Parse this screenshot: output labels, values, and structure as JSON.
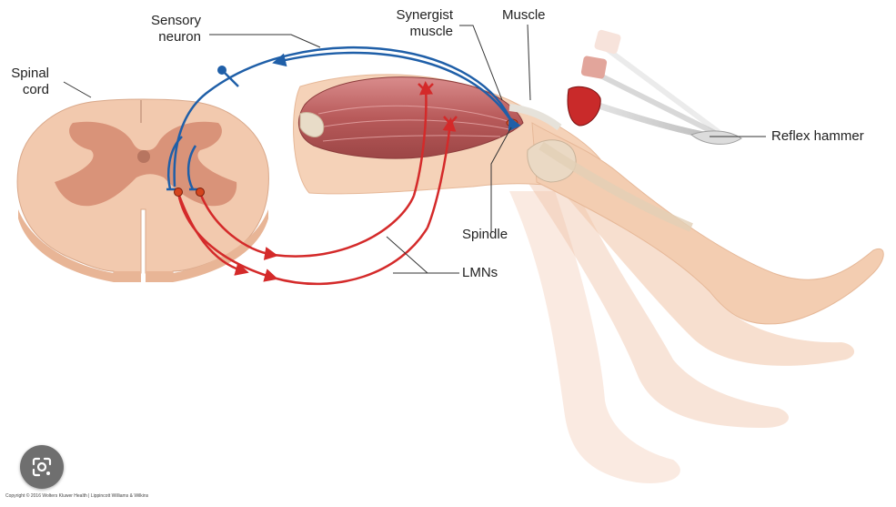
{
  "labels": {
    "sensory_neuron": [
      "Sensory",
      "neuron"
    ],
    "spinal_cord": [
      "Spinal",
      "cord"
    ],
    "synergist_muscle": [
      "Synergist",
      "muscle"
    ],
    "muscle": "Muscle",
    "reflex_hammer": "Reflex hammer",
    "spindle": "Spindle",
    "lmns": "LMNs"
  },
  "colors": {
    "sensory_pathway": "#1f5fa8",
    "motor_pathway": "#d42a2a",
    "muscle": "#c46b6b",
    "skin": "#f5d2b8",
    "gray_matter": "#d99379",
    "white_matter": "#f2c9ae"
  },
  "footer": {
    "copyright": "Copyright © 2016 Wolters Kluwer Health | Lippincott Williams & Wilkins"
  },
  "overlay": {
    "lens_icon": "google-lens-icon"
  }
}
